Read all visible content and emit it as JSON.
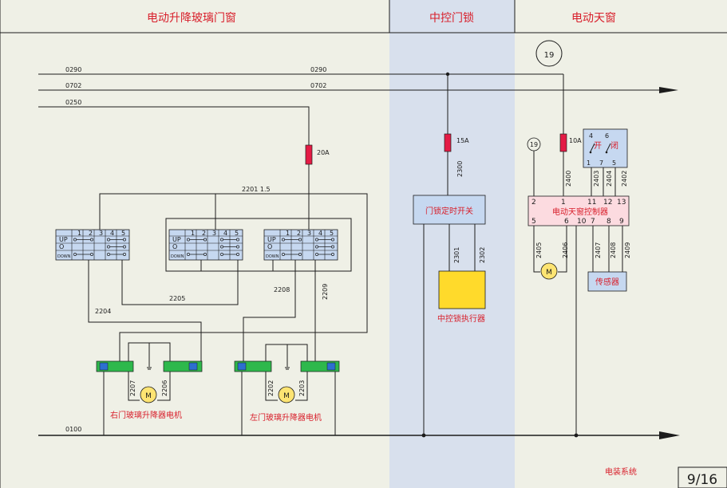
{
  "header": {
    "section_windows": "电动升降玻璃门窗",
    "section_lock": "中控门锁",
    "section_sunroof": "电动天窗"
  },
  "wires": {
    "w0290": "0290",
    "w0702": "0702",
    "w0250": "0250",
    "w0100": "0100",
    "w2201": "2201 1.5",
    "w2204": "2204",
    "w2205": "2205",
    "w2208": "2208",
    "w2209": "2209",
    "w2207": "2207",
    "w2206": "2206",
    "w2202": "2202",
    "w2203": "2203",
    "w2300": "2300",
    "w2301": "2301",
    "w2302": "2302",
    "w2400": "2400",
    "w2403": "2403",
    "w2404": "2404",
    "w2402": "2402",
    "w2405": "2405",
    "w2406": "2406",
    "w2407": "2407",
    "w2408": "2408",
    "w2409": "2409"
  },
  "fuses": {
    "f20a": "20A",
    "f15a": "15A",
    "f10a": "10A"
  },
  "refs": {
    "circle_top": "19",
    "circle_side": "19"
  },
  "switch": {
    "pins": [
      "1",
      "2",
      "3",
      "4",
      "5"
    ],
    "rows": [
      "UP",
      "O",
      "DOWN"
    ]
  },
  "components": {
    "motor_symbol": "M",
    "right_motor": "右门玻璃升降器电机",
    "left_motor": "左门玻璃升降器电机",
    "lock_timer": "门锁定时开关",
    "lock_actuator": "中控锁执行器",
    "sunroof_ctrl": "电动天窗控制器",
    "sensor": "传感器",
    "sunroof_switch_open": "开",
    "sunroof_switch_close": "闭"
  },
  "sunroof_switch_pins": {
    "top": [
      "4",
      "6"
    ],
    "bottom": [
      "1",
      "7",
      "5"
    ]
  },
  "controller_pins": {
    "top": [
      "2",
      "1",
      "11",
      "12",
      "13"
    ],
    "bottom": [
      "5",
      "6",
      "10",
      "7",
      "8",
      "9"
    ]
  },
  "footer": {
    "system": "电装系统",
    "page": "9/16"
  },
  "colors": {
    "center_band": "#d8e0ed",
    "fuse": "#e41b45",
    "connector": "#2eb84c",
    "motor": "#fde472",
    "actuator": "#ffda2b",
    "controller": "#fcdbe0",
    "switch_box": "#c6d8f0",
    "title_red": "#d81e2a"
  }
}
